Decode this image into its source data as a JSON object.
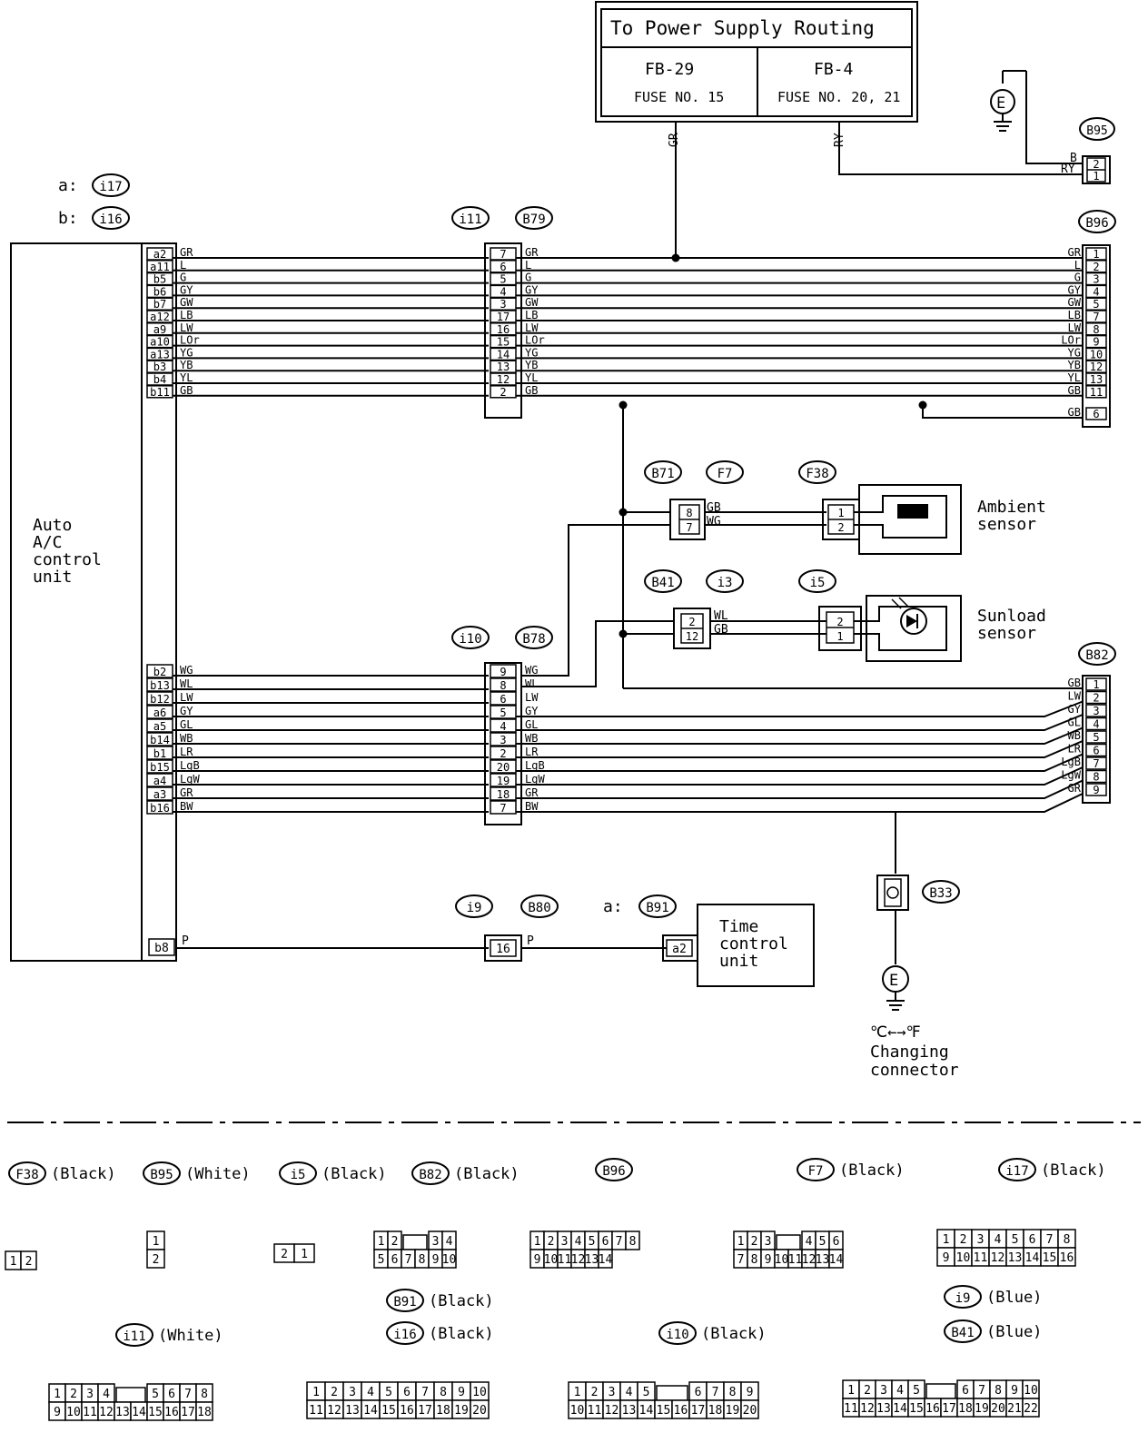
{
  "power_box": {
    "title": "To Power Supply Routing",
    "left_fb": "FB-29",
    "left_fuse": "FUSE NO. 15",
    "right_fb": "FB-4",
    "right_fuse": "FUSE NO. 20, 21",
    "left_wire": "GR",
    "right_wire": "RY"
  },
  "ground_symbol": "E",
  "b95_wires": [
    "B",
    "RY"
  ],
  "b95_pins": [
    "2",
    "1"
  ],
  "legend": [
    {
      "prefix": "a:",
      "code": "i17"
    },
    {
      "prefix": "b:",
      "code": "i16"
    }
  ],
  "control_unit": {
    "line1": "Auto",
    "line2": "A/C",
    "line3": "control",
    "line4": "unit"
  },
  "upper_group": {
    "mid_connectors": [
      "i11",
      "B79"
    ],
    "right_connector": "B96",
    "rows": [
      {
        "unit_pin": "a2",
        "wire": "GR",
        "mid_pin": "7",
        "right_wire": "GR",
        "right_pin": "1"
      },
      {
        "unit_pin": "a11",
        "wire": "L",
        "mid_pin": "6",
        "right_wire": "L",
        "right_pin": "2"
      },
      {
        "unit_pin": "b5",
        "wire": "G",
        "mid_pin": "5",
        "right_wire": "G",
        "right_pin": "3"
      },
      {
        "unit_pin": "b6",
        "wire": "GY",
        "mid_pin": "4",
        "right_wire": "GY",
        "right_pin": "4"
      },
      {
        "unit_pin": "b7",
        "wire": "GW",
        "mid_pin": "3",
        "right_wire": "GW",
        "right_pin": "5"
      },
      {
        "unit_pin": "a12",
        "wire": "LB",
        "mid_pin": "17",
        "right_wire": "LB",
        "right_pin": "7"
      },
      {
        "unit_pin": "a9",
        "wire": "LW",
        "mid_pin": "16",
        "right_wire": "LW",
        "right_pin": "8"
      },
      {
        "unit_pin": "a10",
        "wire": "LOr",
        "mid_pin": "15",
        "right_wire": "LOr",
        "right_pin": "9"
      },
      {
        "unit_pin": "a13",
        "wire": "YG",
        "mid_pin": "14",
        "right_wire": "YG",
        "right_pin": "10"
      },
      {
        "unit_pin": "b3",
        "wire": "YB",
        "mid_pin": "13",
        "right_wire": "YB",
        "right_pin": "12"
      },
      {
        "unit_pin": "b4",
        "wire": "YL",
        "mid_pin": "12",
        "right_wire": "YL",
        "right_pin": "13"
      },
      {
        "unit_pin": "b11",
        "wire": "GB",
        "mid_pin": "2",
        "right_wire": "GB",
        "right_pin": "11"
      }
    ],
    "extra_right": {
      "wire": "GB",
      "pin": "6"
    }
  },
  "ambient": {
    "connectors": [
      "B71",
      "F7",
      "F38"
    ],
    "wires": [
      "GB",
      "WG"
    ],
    "mid_pins": [
      "8",
      "7"
    ],
    "sensor_pins": [
      "1",
      "2"
    ],
    "label_line1": "Ambient",
    "label_line2": "sensor"
  },
  "sunload": {
    "connectors": [
      "B41",
      "i3",
      "i5"
    ],
    "wires": [
      "WL",
      "GB"
    ],
    "mid_pins": [
      "2",
      "12"
    ],
    "sensor_pins": [
      "2",
      "1"
    ],
    "label_line1": "Sunload",
    "label_line2": "sensor"
  },
  "lower_group": {
    "mid_connectors": [
      "i10",
      "B78"
    ],
    "right_connector": "B82",
    "rows": [
      {
        "unit_pin": "b2",
        "wire": "WG",
        "mid_pin": "9"
      },
      {
        "unit_pin": "b13",
        "wire": "WL",
        "mid_pin": "8"
      },
      {
        "unit_pin": "b12",
        "wire": "LW",
        "mid_pin": "6"
      },
      {
        "unit_pin": "a6",
        "wire": "GY",
        "mid_pin": "5"
      },
      {
        "unit_pin": "a5",
        "wire": "GL",
        "mid_pin": "4"
      },
      {
        "unit_pin": "b14",
        "wire": "WB",
        "mid_pin": "3"
      },
      {
        "unit_pin": "b1",
        "wire": "LR",
        "mid_pin": "2"
      },
      {
        "unit_pin": "b15",
        "wire": "LgB",
        "mid_pin": "20"
      },
      {
        "unit_pin": "a4",
        "wire": "LgW",
        "mid_pin": "19"
      },
      {
        "unit_pin": "a3",
        "wire": "GR",
        "mid_pin": "18"
      },
      {
        "unit_pin": "b16",
        "wire": "BW",
        "mid_pin": "7"
      }
    ],
    "right_rows": [
      {
        "wire": "GB",
        "pin": "1"
      },
      {
        "wire": "LW",
        "pin": "2"
      },
      {
        "wire": "GY",
        "pin": "3"
      },
      {
        "wire": "GL",
        "pin": "4"
      },
      {
        "wire": "WB",
        "pin": "5"
      },
      {
        "wire": "LR",
        "pin": "6"
      },
      {
        "wire": "LgB",
        "pin": "7"
      },
      {
        "wire": "LgW",
        "pin": "8"
      },
      {
        "wire": "GR",
        "pin": "9"
      }
    ]
  },
  "b33": "B33",
  "changing": {
    "symbol": "℃←→℉",
    "line1": "Changing",
    "line2": "connector"
  },
  "time_unit": {
    "connectors": [
      "i9",
      "B80"
    ],
    "b91_prefix": "a:",
    "b91": "B91",
    "unit_pin": "b8",
    "wire": "P",
    "mid_pin": "16",
    "unit_pin2": "a2",
    "line1": "Time",
    "line2": "control",
    "line3": "unit"
  },
  "bottom_connectors": [
    {
      "code": "F38",
      "color": "(Black)",
      "rows": [
        [
          "1",
          "2"
        ]
      ]
    },
    {
      "code": "B95",
      "color": "(White)",
      "rows": [
        [
          "1"
        ],
        [
          "2"
        ]
      ]
    },
    {
      "code": "i5",
      "color": "(Black)",
      "rows": [
        [
          "2",
          "1"
        ]
      ]
    },
    {
      "code": "B82",
      "color": "(Black)",
      "rows": [
        [
          "1",
          "2",
          "3",
          "4"
        ],
        [
          "5",
          "6",
          "7",
          "8",
          "9",
          "10"
        ]
      ]
    },
    {
      "code": "B96",
      "color": "",
      "rows": [
        [
          "1",
          "2",
          "3",
          "4",
          "5",
          "6",
          "7",
          "8"
        ],
        [
          "9",
          "10",
          "11",
          "12",
          "13",
          "14"
        ]
      ]
    },
    {
      "code": "F7",
      "color": "(Black)",
      "rows": [
        [
          "1",
          "2",
          "3",
          "4",
          "5",
          "6"
        ],
        [
          "7",
          "8",
          "9",
          "10",
          "11",
          "12",
          "13",
          "14"
        ]
      ]
    },
    {
      "code": "i17",
      "color": "(Black)",
      "rows": [
        [
          "1",
          "2",
          "3",
          "4",
          "5",
          "6",
          "7",
          "8"
        ],
        [
          "9",
          "10",
          "11",
          "12",
          "13",
          "14",
          "15",
          "16"
        ]
      ]
    },
    {
      "code": "i11",
      "color": "(White)",
      "rows": [
        [
          "1",
          "2",
          "3",
          "4",
          "5",
          "6",
          "7",
          "8"
        ],
        [
          "9",
          "10",
          "11",
          "12",
          "13",
          "14",
          "15",
          "16",
          "17",
          "18"
        ]
      ]
    },
    {
      "code": "B91",
      "color": "(Black)",
      "rows": []
    },
    {
      "code": "i16",
      "color": "(Black)",
      "rows": [
        [
          "1",
          "2",
          "3",
          "4",
          "5",
          "6",
          "7",
          "8",
          "9",
          "10"
        ],
        [
          "11",
          "12",
          "13",
          "14",
          "15",
          "16",
          "17",
          "18",
          "19",
          "20"
        ]
      ]
    },
    {
      "code": "i10",
      "color": "(Black)",
      "rows": [
        [
          "1",
          "2",
          "3",
          "4",
          "5",
          "6",
          "7",
          "8",
          "9"
        ],
        [
          "10",
          "11",
          "12",
          "13",
          "14",
          "15",
          "16",
          "17",
          "18",
          "19",
          "20"
        ]
      ]
    },
    {
      "code": "i9",
      "color": "(Blue)",
      "rows": []
    },
    {
      "code": "B41",
      "color": "(Blue)",
      "rows": [
        [
          "1",
          "2",
          "3",
          "4",
          "5",
          "6",
          "7",
          "8",
          "9",
          "10"
        ],
        [
          "11",
          "12",
          "13",
          "14",
          "15",
          "16",
          "17",
          "18",
          "19",
          "20",
          "21",
          "22"
        ]
      ]
    }
  ]
}
